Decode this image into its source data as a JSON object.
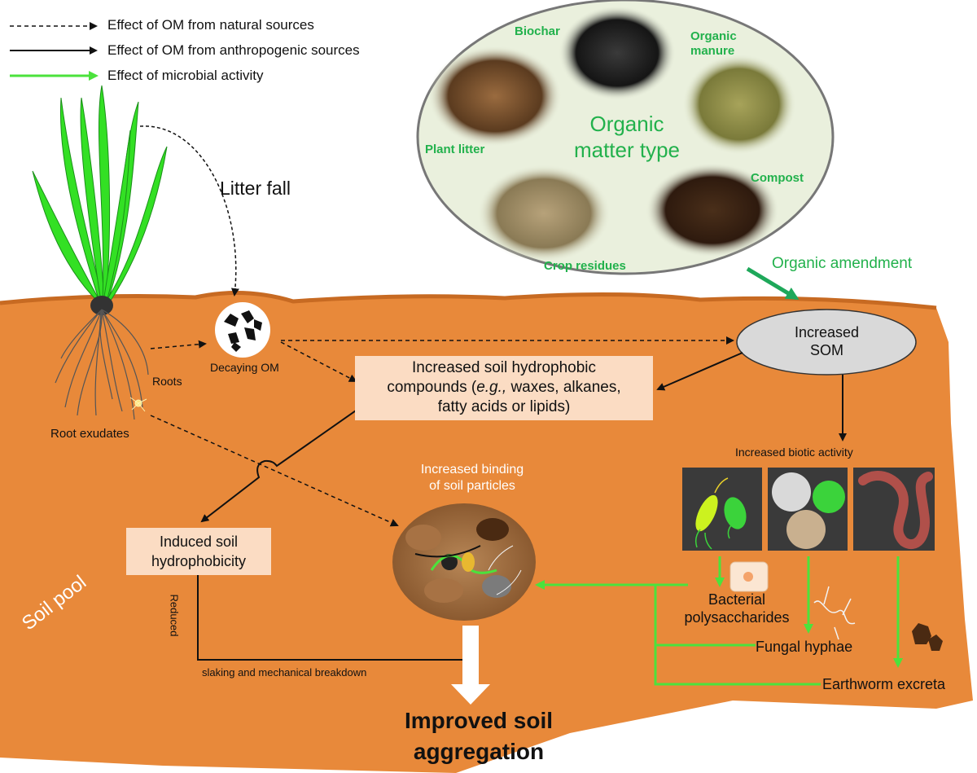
{
  "legend": {
    "natural": "Effect of OM from natural sources",
    "anthropogenic": "Effect of OM from anthropogenic sources",
    "microbial": "Effect of microbial activity"
  },
  "labels": {
    "litter_fall": "Litter fall",
    "roots": "Roots",
    "root_exudates": "Root exudates",
    "decaying_om": "Decaying OM",
    "soil_pool": "Soil pool",
    "organic_amendment": "Organic amendment",
    "increased_som_line1": "Increased",
    "increased_som_line2": "SOM",
    "hydrophobic_line1": "Increased soil hydrophobic",
    "hydrophobic_line2_italic": "e.g.,",
    "hydrophobic_line2_pre": "compounds (",
    "hydrophobic_line2_post": " waxes, alkanes,",
    "hydrophobic_line3": "fatty acids or lipids)",
    "induced_line1": "Induced soil",
    "induced_line2": "hydrophobicity",
    "reduced": "Reduced",
    "slaking": "slaking and mechanical breakdown",
    "binding_line1": "Increased binding",
    "binding_line2": "of soil particles",
    "biotic": "Increased biotic activity",
    "bacterial_line1": "Bacterial",
    "bacterial_line2": "polysaccharides",
    "fungal": "Fungal hyphae",
    "earthworm": "Earthworm excreta",
    "improved_line1": "Improved soil",
    "improved_line2": "aggregation"
  },
  "om_types": {
    "center_line1": "Organic",
    "center_line2": "matter type",
    "biochar": "Biochar",
    "organic_manure_line1": "Organic",
    "organic_manure_line2": "manure",
    "plant_litter": "Plant litter",
    "compost": "Compost",
    "crop_residues": "Crop residues"
  },
  "colors": {
    "soil": "#e8893a",
    "soil_dark": "#c76a22",
    "box_fill": "#fbdcc3",
    "microbial_green": "#4be23c",
    "label_green": "#22b14c",
    "amendment_arrow": "#1ea85a",
    "ellipse_bg": "#eaf0dd"
  }
}
